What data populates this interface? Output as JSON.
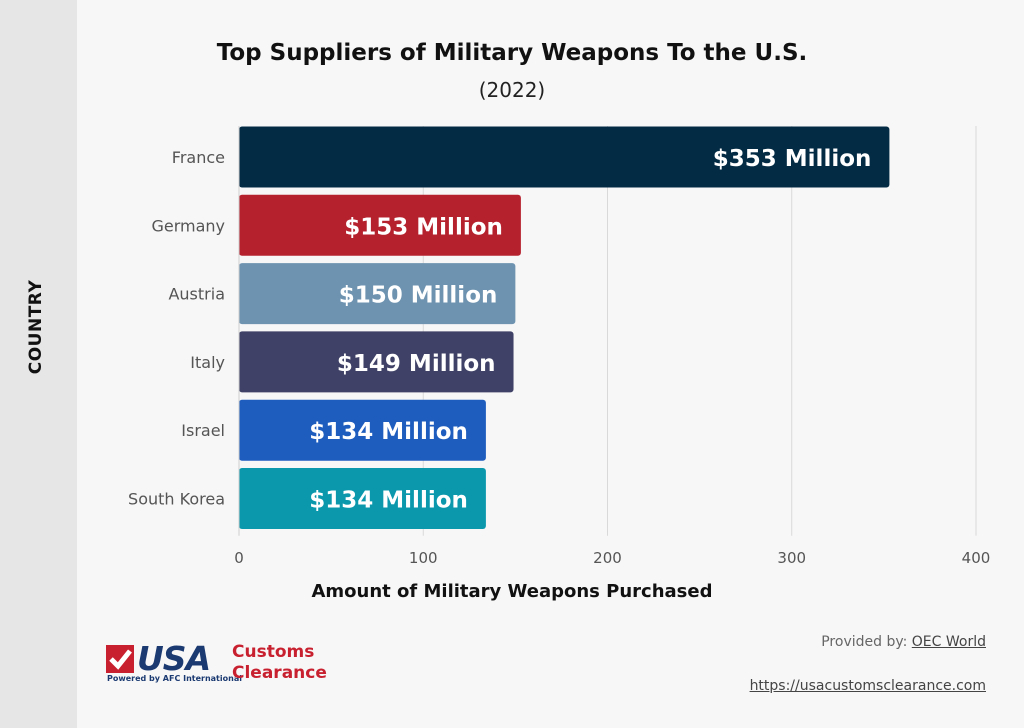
{
  "chart_data": {
    "type": "bar",
    "orientation": "horizontal",
    "title": "Top Suppliers of Military Weapons To the U.S.",
    "subtitle": "(2022)",
    "xlabel": "Amount of Military Weapons Purchased",
    "ylabel": "COUNTRY",
    "xlim": [
      0,
      400
    ],
    "xticks": [
      0,
      100,
      200,
      300,
      400
    ],
    "grid": "vertical",
    "categories": [
      "France",
      "Germany",
      "Austria",
      "Italy",
      "Israel",
      "South Korea"
    ],
    "values": [
      353,
      153,
      150,
      149,
      134,
      134
    ],
    "data_labels": [
      "$353 Million",
      "$153 Million",
      "$150 Million",
      "$149 Million",
      "$134 Million",
      "$134 Million"
    ],
    "colors": [
      "#032b44",
      "#b5222e",
      "#6e93b0",
      "#3f4166",
      "#1e5cbd",
      "#0b98ad"
    ]
  },
  "footer": {
    "provided_prefix": "Provided by: ",
    "provided_source": "OEC World",
    "site_url": "https://usacustomsclearance.com"
  },
  "logo": {
    "usa": "USA",
    "customs": "Customs",
    "clearance": "Clearance",
    "powered": "Powered by AFC International"
  }
}
